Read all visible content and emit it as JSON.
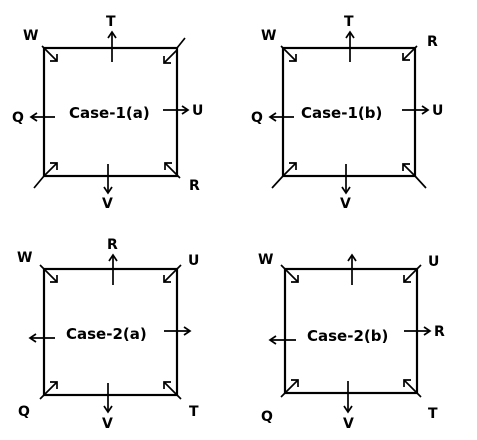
{
  "colors": {
    "ink": "#000000",
    "background": "#ffffff"
  },
  "panels": [
    {
      "caption": "Case-1(a)",
      "labels": {
        "w": "W",
        "t": "T",
        "q": "Q",
        "u": "U",
        "v": "V",
        "r": "R"
      }
    },
    {
      "caption": "Case-1(b)",
      "labels": {
        "w": "W",
        "t": "T",
        "r": "R",
        "q": "Q",
        "u": "U",
        "v": "V"
      }
    },
    {
      "caption": "Case-2(a)",
      "labels": {
        "w": "W",
        "r": "R",
        "u": "U",
        "q": "Q",
        "v": "V",
        "t": "T"
      }
    },
    {
      "caption": "Case-2(b)",
      "labels": {
        "w": "W",
        "u": "U",
        "r": "R",
        "q": "Q",
        "v": "V",
        "t": "T"
      }
    }
  ]
}
